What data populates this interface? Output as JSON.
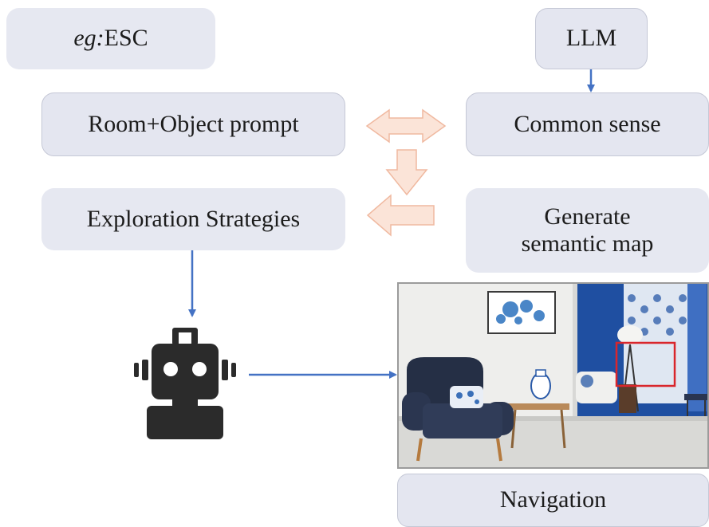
{
  "nodes": {
    "esc": {
      "prefix": "eg:",
      "text": "ESC"
    },
    "llm": "LLM",
    "room_object_prompt": "Room+Object prompt",
    "common_sense": "Common sense",
    "exploration_strategies": "Exploration Strategies",
    "generate_semantic_map": {
      "line1": "Generate",
      "line2": "semantic map"
    },
    "navigation": "Navigation"
  },
  "colors": {
    "box_fill": "#e4e6f0",
    "box_border": "#c5c8d6",
    "connector_blue": "#4472c4",
    "fat_arrow_fill": "#fbe4d8",
    "fat_arrow_stroke": "#f0b9a0",
    "robot": "#2b2b2b",
    "highlight_box": "#d9262c"
  },
  "icons": {
    "robot": "robot-icon",
    "scene": "living-room-photo"
  }
}
